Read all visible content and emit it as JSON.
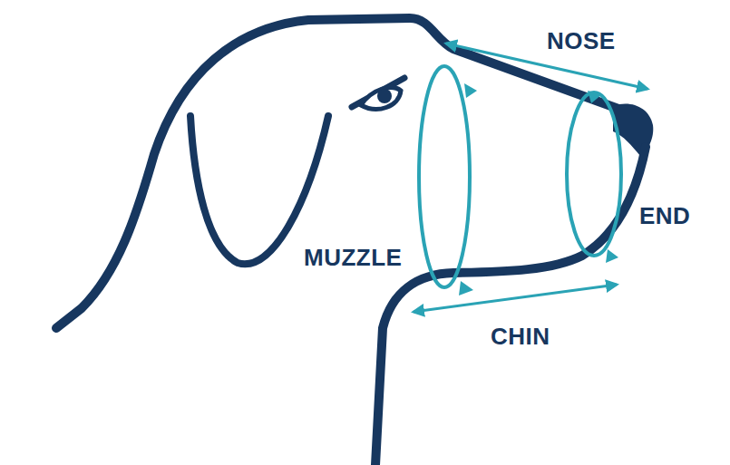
{
  "diagram": {
    "labels": [
      "NOSE",
      "END",
      "MUZZLE",
      "CHIN"
    ]
  }
}
